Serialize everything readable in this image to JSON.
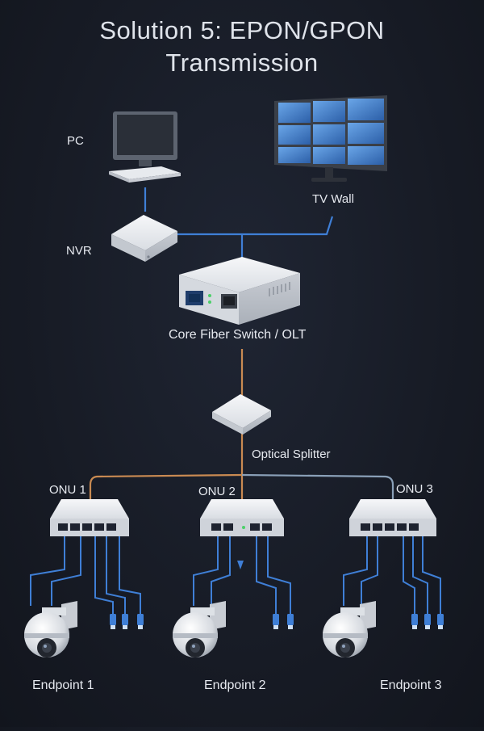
{
  "title": {
    "line1": "Solution 5: EPON/GPON",
    "line2": "Transmission"
  },
  "devices": {
    "pc": "PC",
    "tv_wall": "TV Wall",
    "nvr": "NVR",
    "core_switch": "Core Fiber Switch / OLT",
    "splitter": "Optical Splitter"
  },
  "onus": [
    {
      "label": "ONU 1",
      "endpoint": "Endpoint 1"
    },
    {
      "label": "ONU 2",
      "endpoint": "Endpoint 2"
    },
    {
      "label": "ONU 3",
      "endpoint": "Endpoint 3"
    }
  ],
  "colors": {
    "fiber": "#c98a52",
    "network": "#3f7fd6",
    "optical_branch": "#8aa0b8",
    "background": "#171b25"
  }
}
